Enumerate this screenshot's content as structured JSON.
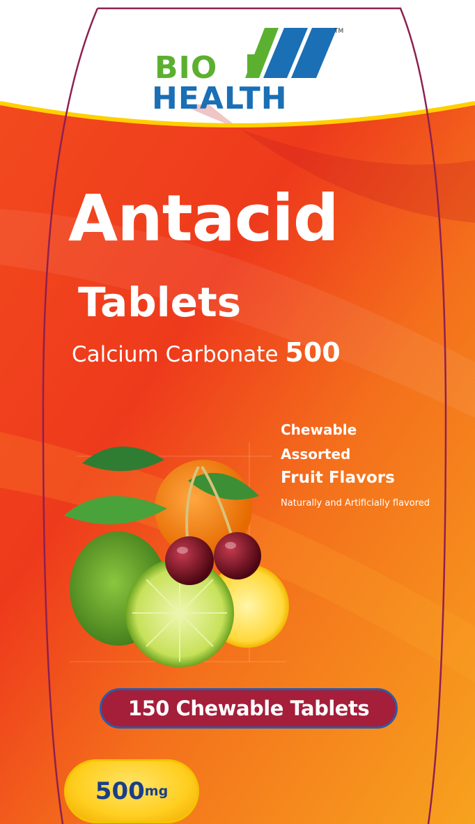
{
  "brand": {
    "line1": "BIO",
    "line2": "HEALTH",
    "trademark": "TM"
  },
  "product": {
    "name": "Antacid",
    "form": "Tablets",
    "ingredient": "Calcium Carbonate",
    "ingredient_strength": "500"
  },
  "claims": {
    "line1": "Chewable",
    "line2": "Assorted",
    "line3": "Fruit Flavors",
    "line4": "Naturally and Artificially flavored"
  },
  "count_badge": {
    "label": "150 Chewable Tablets"
  },
  "strength_badge": {
    "value": "500",
    "unit": "mg"
  },
  "colors": {
    "background_orange": "#f26a1b",
    "deep_red": "#d4291f",
    "brand_green": "#5cb030",
    "brand_blue": "#1a6fb5",
    "badge_red": "#a51e3a",
    "badge_yellow": "#ffcf20",
    "bottle_outline": "#8e2050"
  }
}
